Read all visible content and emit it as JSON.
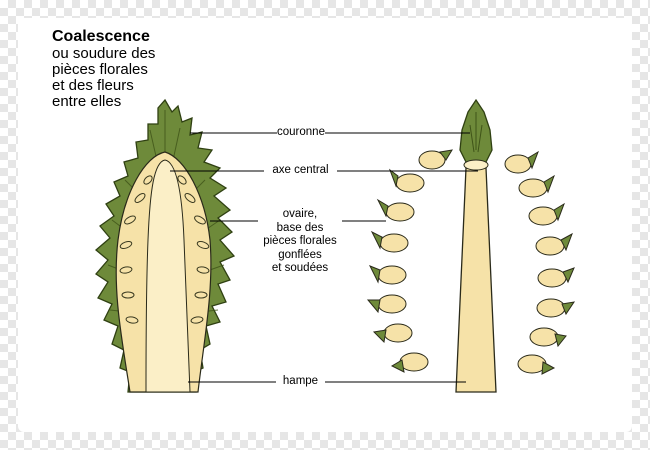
{
  "title": "Coalescence",
  "subtitle_lines": [
    "ou soudure des",
    "pièces florales",
    "et des fleurs",
    "entre elles"
  ],
  "labels": {
    "couronne": "couronne",
    "axe_central": "axe central",
    "ovaire_lines": [
      "ovaire,",
      "base des",
      "pièces florales",
      "gonflées",
      "et soudées"
    ],
    "hampe": "hampe"
  },
  "colors": {
    "leaf_green": "#6e8a3a",
    "leaf_dark": "#3f5418",
    "flesh": "#f6e2a8",
    "flesh_light": "#fbefc7",
    "outline": "#2a2a1a"
  }
}
